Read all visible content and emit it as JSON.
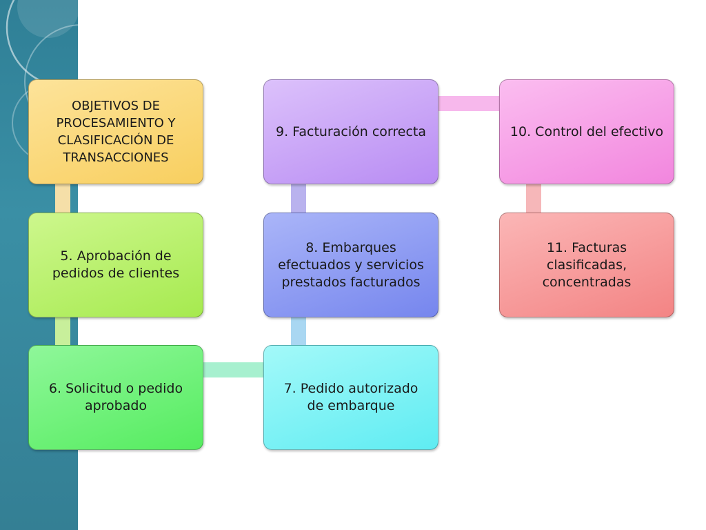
{
  "diagram": {
    "nodes": [
      {
        "id": "n1",
        "label": "OBJETIVOS DE PROCESAMIENTO Y CLASIFICACIÓN DE TRANSACCIONES",
        "color": "#fbd879"
      },
      {
        "id": "n5",
        "label": "5. Aprobación de pedidos de clientes",
        "color": "#b9f06f"
      },
      {
        "id": "n6",
        "label": "6. Solicitud o pedido aprobado",
        "color": "#6ff27a"
      },
      {
        "id": "n7",
        "label": "7. Pedido autorizado de embarque",
        "color": "#7ef4f4"
      },
      {
        "id": "n8",
        "label": "8. Embarques efectuados  y servicios prestados facturados",
        "color": "#8e9bf4"
      },
      {
        "id": "n9",
        "label": "9. Facturación correcta",
        "color": "#c9a7f8"
      },
      {
        "id": "n10",
        "label": "10. Control del efectivo",
        "color": "#f7a3e8"
      },
      {
        "id": "n11",
        "label": "11. Facturas clasificadas, concentradas",
        "color": "#f79a9a"
      }
    ],
    "edges": [
      {
        "from": "n1",
        "to": "n5"
      },
      {
        "from": "n5",
        "to": "n6"
      },
      {
        "from": "n6",
        "to": "n7"
      },
      {
        "from": "n7",
        "to": "n8"
      },
      {
        "from": "n8",
        "to": "n9"
      },
      {
        "from": "n9",
        "to": "n10"
      },
      {
        "from": "n10",
        "to": "n11"
      }
    ]
  },
  "theme": {
    "side_band": "#347f94",
    "connector_colors": {
      "n1-n5": "#f5dfa8",
      "n5-n6": "#c8ef9b",
      "n6-n7": "#a7f0cf",
      "n7-n8": "#a9d7f2",
      "n8-n9": "#b9b2ee",
      "n9-n10": "#f7b8ec",
      "n10-n11": "#f6b7b9"
    }
  }
}
